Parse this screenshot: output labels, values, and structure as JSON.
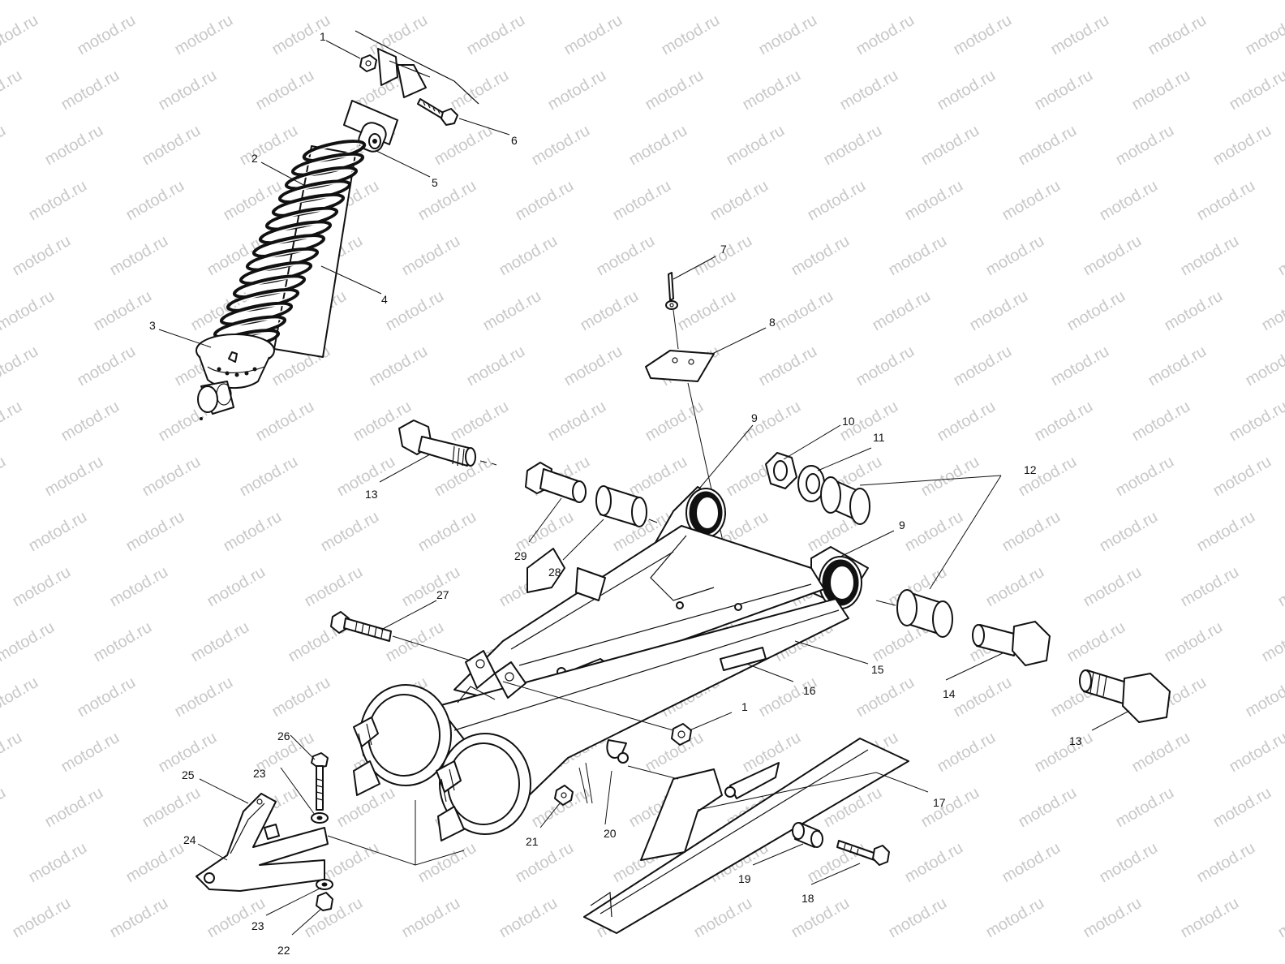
{
  "watermark": {
    "text": "motod.ru"
  },
  "callouts": [
    {
      "id": "c1a",
      "text": "1"
    },
    {
      "id": "c2",
      "text": "2"
    },
    {
      "id": "c3",
      "text": "3"
    },
    {
      "id": "c4",
      "text": "4"
    },
    {
      "id": "c5",
      "text": "5"
    },
    {
      "id": "c6",
      "text": "6"
    },
    {
      "id": "c7",
      "text": "7"
    },
    {
      "id": "c8",
      "text": "8"
    },
    {
      "id": "c9a",
      "text": "9"
    },
    {
      "id": "c9b",
      "text": "9"
    },
    {
      "id": "c10",
      "text": "10"
    },
    {
      "id": "c11",
      "text": "11"
    },
    {
      "id": "c12",
      "text": "12"
    },
    {
      "id": "c13a",
      "text": "13"
    },
    {
      "id": "c13b",
      "text": "13"
    },
    {
      "id": "c14",
      "text": "14"
    },
    {
      "id": "c15",
      "text": "15"
    },
    {
      "id": "c16",
      "text": "16"
    },
    {
      "id": "c1b",
      "text": "1"
    },
    {
      "id": "c17",
      "text": "17"
    },
    {
      "id": "c18",
      "text": "18"
    },
    {
      "id": "c19",
      "text": "19"
    },
    {
      "id": "c20",
      "text": "20"
    },
    {
      "id": "c21",
      "text": "21"
    },
    {
      "id": "c22",
      "text": "22"
    },
    {
      "id": "c23a",
      "text": "23"
    },
    {
      "id": "c23b",
      "text": "23"
    },
    {
      "id": "c24",
      "text": "24"
    },
    {
      "id": "c25",
      "text": "25"
    },
    {
      "id": "c26",
      "text": "26"
    },
    {
      "id": "c27",
      "text": "27"
    },
    {
      "id": "c28",
      "text": "28"
    },
    {
      "id": "c29",
      "text": "29"
    }
  ]
}
